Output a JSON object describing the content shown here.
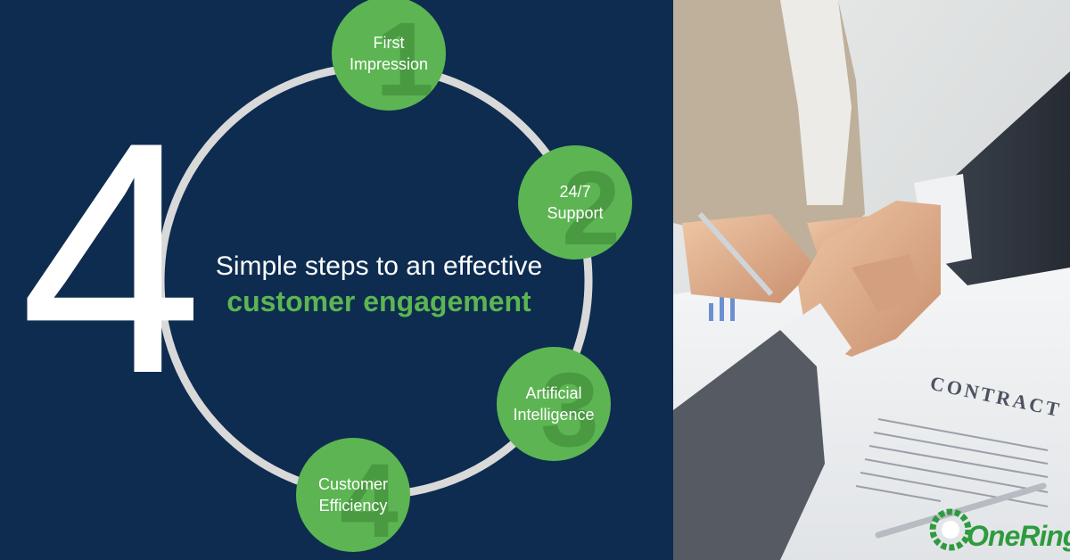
{
  "headline": {
    "big_number": "4",
    "line1": "Simple steps to an effective",
    "line2": "customer engagement"
  },
  "steps": [
    {
      "number": "1",
      "label": "First\nImpression"
    },
    {
      "number": "2",
      "label": "24/7\nSupport"
    },
    {
      "number": "3",
      "label": "Artificial\nIntelligence"
    },
    {
      "number": "4",
      "label": "Customer\nEfficiency"
    }
  ],
  "photo": {
    "document_title": "CONTRACT"
  },
  "logo": {
    "text": "OneRing"
  },
  "colors": {
    "background": "#0d2c50",
    "accent_green": "#5cb552",
    "ring": "#d9d9d9",
    "white": "#ffffff"
  }
}
